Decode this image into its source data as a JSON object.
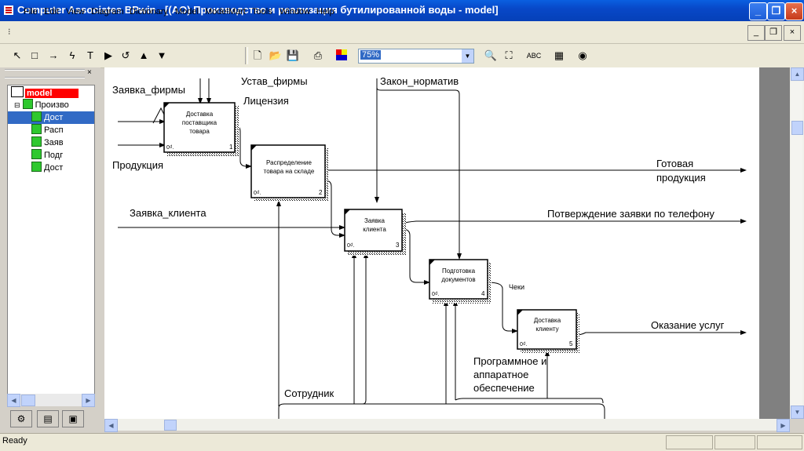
{
  "window": {
    "title": "Computer Associates BPwin - [(AO) Производство и реализация  бутилированной воды  - model]"
  },
  "menu": [
    "File",
    "Edit",
    "View",
    "Diagram",
    "Dictionary",
    "Model",
    "ModelMart",
    "Tools",
    "Window",
    "Help"
  ],
  "toolbar": {
    "zoom": "75%"
  },
  "tree": {
    "root": "model",
    "items": [
      "Произво",
      "Дост",
      "Расп",
      "Заяв",
      "Подг",
      "Дост"
    ]
  },
  "diagram": {
    "boxes": [
      {
        "label1": "Доставка",
        "label2": "поставщика",
        "label3": "товара",
        "num": "1",
        "cost": "0₫."
      },
      {
        "label1": "Распределение",
        "label2": "товара на складе",
        "label3": "",
        "num": "2",
        "cost": "0₫."
      },
      {
        "label1": "Заявка",
        "label2": "клиента",
        "label3": "",
        "num": "3",
        "cost": "0₫."
      },
      {
        "label1": "Подготовка",
        "label2": "документов",
        "label3": "",
        "num": "4",
        "cost": "0₫."
      },
      {
        "label1": "Доставка",
        "label2": "клиенту",
        "label3": "",
        "num": "5",
        "cost": "0₫."
      }
    ],
    "arrows": {
      "a1": "Заявка_фирмы",
      "a2": "Устав_фирмы",
      "a3": "Лицензия",
      "a4": "Закон_норматив",
      "a5": "Продукция",
      "a6": "Готовая",
      "a6b": "продукция",
      "a7": "Заявка_клиента",
      "a8": "Потверждение заявки по телефону",
      "a9": "Чеки",
      "a10": "Оказание услуг",
      "a11": "Программное и",
      "a11b": "аппаратное",
      "a11c": "обеспечение",
      "a12": "Сотрудник"
    }
  },
  "status": {
    "text": "Ready"
  }
}
